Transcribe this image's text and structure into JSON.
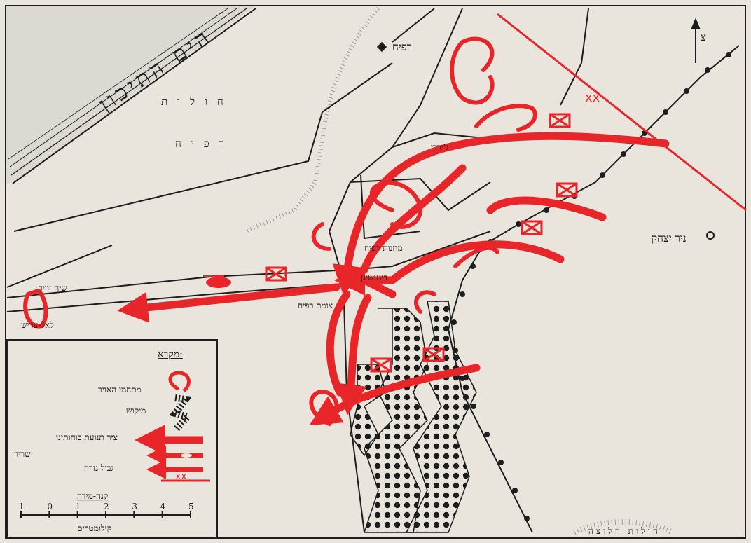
{
  "title": "",
  "labels": {
    "sea": "הים התיכון",
    "dunes_main": "חולות",
    "dunes_rafah": "רפיח",
    "rafah": "רפיח",
    "rafah_camps": "מחנות רפיח",
    "rafah_junction": "צומת רפיח",
    "shaikh_zuweid": "שיח זוויד",
    "to_el_arish": "לאל-עריש",
    "nir_yitzhak": "ניר יצחק",
    "halutza_dunes": "חולות חלוצה",
    "jiradi": "ג'ירדי",
    "road_label_left": "דיגעשיגן",
    "north_arrow": "צ"
  },
  "legend": {
    "title": "מקרא:",
    "items": [
      "מתחמי האויב",
      "מיקוש",
      "ציר תנועת כוחותינו",
      "שריון",
      "גבול גזרה"
    ],
    "scale_title": "קנה-מידה",
    "scale_unit": "קילומטרים",
    "scale_ticks": [
      "1",
      "0",
      "1",
      "2",
      "3",
      "4",
      "5"
    ]
  },
  "colors": {
    "paper": "#e9e4dc",
    "ink": "#1d1d1d",
    "red": "#e8262a",
    "red_light": "#f07a7a"
  },
  "icons": [
    "north-arrow-icon",
    "village-icon",
    "tank-icon",
    "unit-symbol-icon"
  ]
}
